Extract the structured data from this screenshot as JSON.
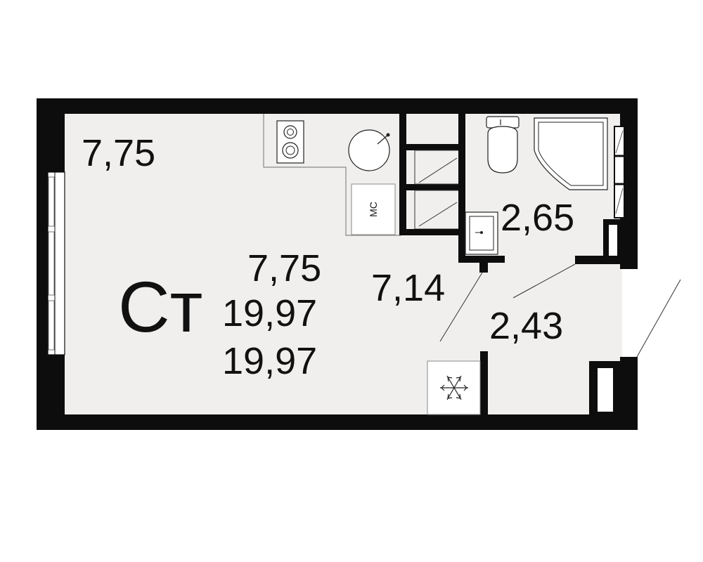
{
  "plan": {
    "apartment_type": "Ст",
    "living_area": "7,75",
    "total_area_1": "19,97",
    "total_area_2": "19,97"
  },
  "rooms": {
    "living_room": {
      "area": "7,75"
    },
    "kitchen_zone": {
      "area": "7,14"
    },
    "bathroom": {
      "area": "2,65"
    },
    "hallway": {
      "area": "2,43"
    }
  },
  "fixtures": {
    "washing_machine_label": "МС"
  },
  "icons": {
    "cooktop": "cooktop-icon",
    "washing_machine": "washing-machine-icon",
    "toilet": "toilet-icon",
    "shower": "shower-tray-icon",
    "sink": "sink-icon",
    "fridge": "snowflake-icon"
  },
  "colors": {
    "wall": "#0d0d0d",
    "floor": "#f0efed",
    "background": "#ffffff"
  }
}
